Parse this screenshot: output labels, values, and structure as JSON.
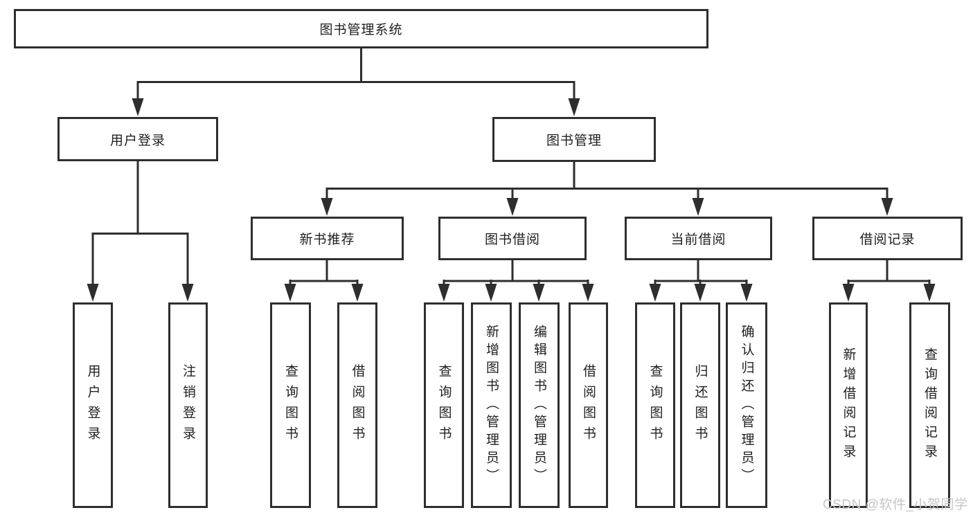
{
  "diagram": {
    "root": {
      "label": "图书管理系统"
    },
    "branches": [
      {
        "label": "用户登录",
        "children": [
          {
            "label": "用户登录"
          },
          {
            "label": "注销登录"
          }
        ]
      },
      {
        "label": "图书管理",
        "children": [
          {
            "label": "新书推荐",
            "children": [
              {
                "label": "查询图书"
              },
              {
                "label": "借阅图书"
              }
            ]
          },
          {
            "label": "图书借阅",
            "children": [
              {
                "label": "查询图书"
              },
              {
                "label": "新增图书（管理员）"
              },
              {
                "label": "编辑图书（管理员）"
              },
              {
                "label": "借阅图书"
              }
            ]
          },
          {
            "label": "当前借阅",
            "children": [
              {
                "label": "查询图书"
              },
              {
                "label": "归还图书"
              },
              {
                "label": "确认归还（管理员）"
              }
            ]
          },
          {
            "label": "借阅记录",
            "children": [
              {
                "label": "新增借阅记录"
              },
              {
                "label": "查询借阅记录"
              }
            ]
          }
        ]
      }
    ]
  },
  "watermark": {
    "text": "CSDN @软件_小贺同学"
  },
  "colors": {
    "line": "#2e2e2e",
    "text": "#1f1f1f",
    "background": "#ffffff",
    "watermark": "#c6c6c6"
  }
}
